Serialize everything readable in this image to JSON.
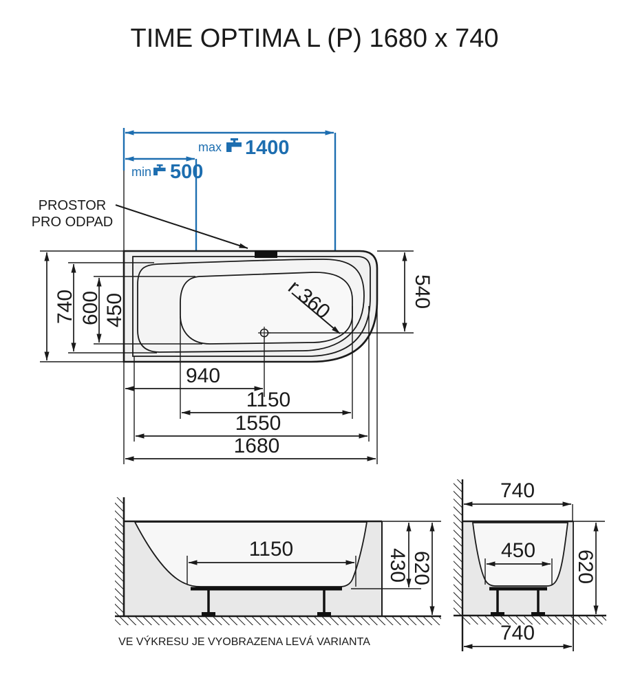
{
  "title": "TIME OPTIMA L (P) 1680 x 740",
  "colors": {
    "line": "#1a1a1a",
    "dimension_blue": "#1d6eb0",
    "tub_fill": "#f0f0f0",
    "section_fill": "#e8e8e8",
    "interior_fill": "#f7f7f7"
  },
  "plan_view": {
    "faucet_max": {
      "prefix": "max",
      "value": "1400"
    },
    "faucet_min": {
      "prefix": "min",
      "value": "500"
    },
    "drain_label": {
      "line1": "PROSTOR",
      "line2": "PRO ODPAD"
    },
    "dims": {
      "length_total": "1680",
      "length_rim": "1550",
      "length_basin": "1150",
      "drain_from_left": "940",
      "width_total": "740",
      "width_rim": "600",
      "width_basin": "450",
      "drain_from_top": "540",
      "corner_radius": "r 360"
    }
  },
  "front_section": {
    "dims": {
      "bottom_length": "1150",
      "depth_inner": "430",
      "height_total": "620"
    }
  },
  "side_section": {
    "dims": {
      "width_top": "740",
      "bottom_width": "450",
      "height_total": "620",
      "width_bottom": "740"
    }
  },
  "caption": "VE VÝKRESU JE VYOBRAZENA LEVÁ VARIANTA"
}
